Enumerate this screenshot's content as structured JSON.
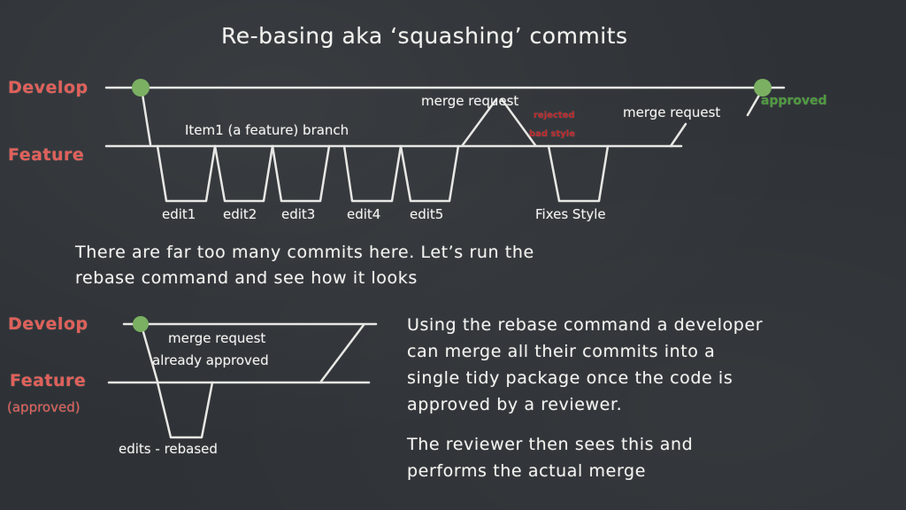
{
  "title": "Re-basing aka ‘squashing’ commits",
  "colors": {
    "background": "#2e3236",
    "chalk": "#f3f3f0",
    "branch_label": "#e0605a",
    "node": "#7bb063",
    "approved": "#4e9a3e",
    "rejected": "#c0282a"
  },
  "top_diagram": {
    "develop_label": "Develop",
    "feature_label": "Feature",
    "branch_label": "Item1 (a feature) branch",
    "merge_request_1": "merge request",
    "rejected_line1": "rejected",
    "rejected_line2": "bad style",
    "merge_request_2": "merge request",
    "approved": "approved",
    "edits": [
      "edit1",
      "edit2",
      "edit3",
      "edit4",
      "edit5"
    ],
    "fixes": "Fixes Style"
  },
  "middle_text": [
    "There are far too many commits here. Let’s run the",
    "rebase command and see how it looks"
  ],
  "bottom_diagram": {
    "develop_label": "Develop",
    "feature_label": "Feature",
    "feature_sublabel": "(approved)",
    "merge_request_line1": "merge request",
    "merge_request_line2": "already approved",
    "edits_rebased": "edits - rebased"
  },
  "right_text": {
    "para1": [
      "Using the rebase command a developer",
      "can merge all their commits into a",
      "single tidy package once the code is",
      "approved by a reviewer."
    ],
    "para2": [
      "The reviewer then sees this and",
      "performs the actual merge"
    ]
  }
}
